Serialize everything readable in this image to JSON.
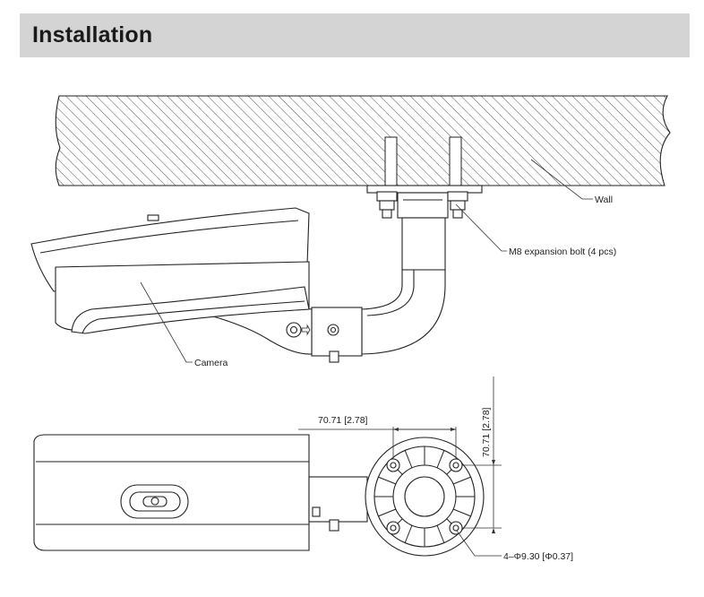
{
  "header": {
    "title": "Installation"
  },
  "callouts": {
    "wall": "Wall",
    "bolt": "M8 expansion bolt (4 pcs)",
    "camera": "Camera"
  },
  "dimensions": {
    "width": "70.71 [2.78]",
    "height": "70.71 [2.78]",
    "holes": "4–Φ9.30 [Φ0.37]"
  }
}
